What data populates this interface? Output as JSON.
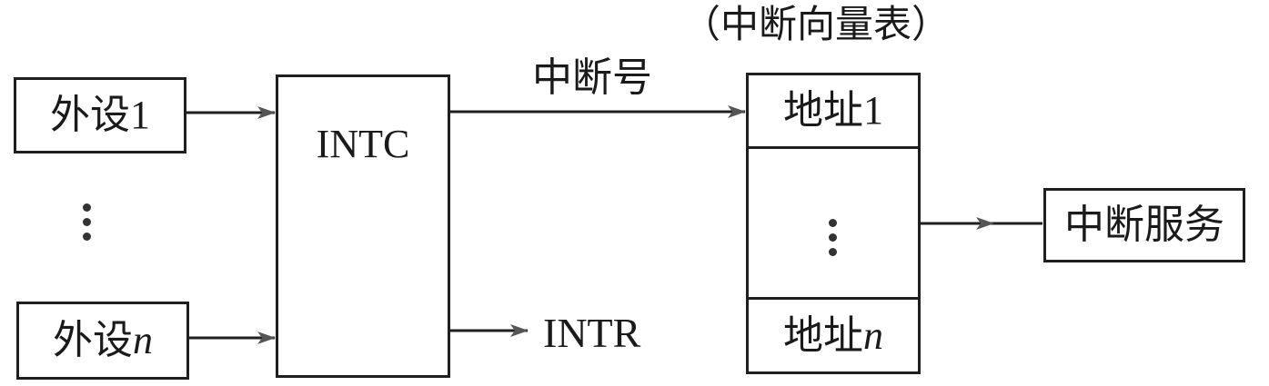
{
  "peripherals": [
    {
      "name": "外设",
      "suffix": "1",
      "suffix_italic": false
    },
    {
      "name": "外设",
      "suffix": "n",
      "suffix_italic": true
    }
  ],
  "ellipsis_symbol": "⋮",
  "controller": {
    "label": "INTC"
  },
  "outputs": {
    "interrupt_number_label": "中断号",
    "intr_label": "INTR"
  },
  "vector_table": {
    "caption": "（中断向量表）",
    "entries": [
      {
        "name": "地址",
        "suffix": "1",
        "suffix_italic": false
      },
      {
        "name": "地址",
        "suffix": "n",
        "suffix_italic": true
      }
    ]
  },
  "service": {
    "label": "中断服务"
  },
  "colors": {
    "line": "#1f1f1f",
    "arrowhead": "#555555",
    "text": "#1a1a1a"
  }
}
